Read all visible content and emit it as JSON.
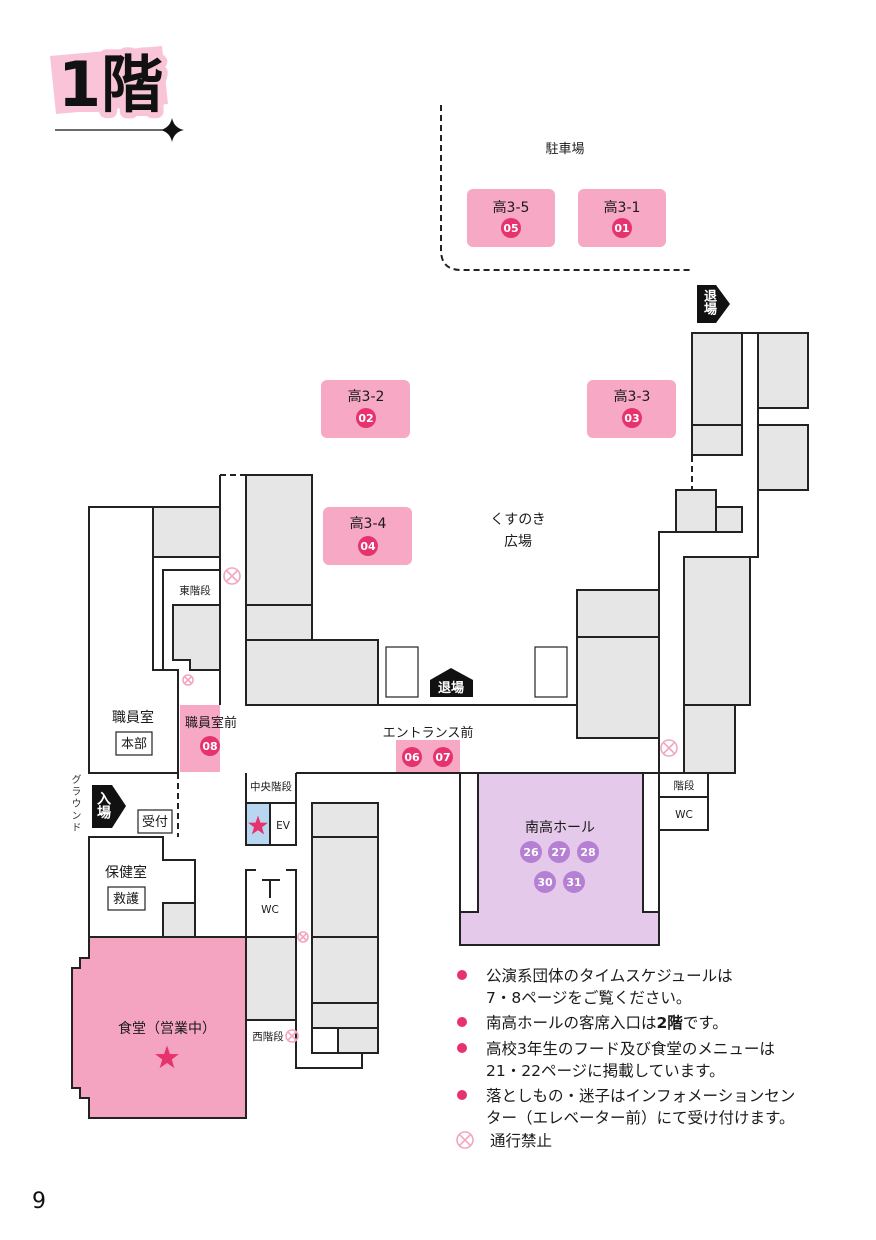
{
  "page": {
    "title": "1階",
    "page_number": "9"
  },
  "colors": {
    "stall_pink": "#f7a8c4",
    "number_pink": "#e6336e",
    "hall_purple": "#e5c9ea",
    "hall_number_purple": "#b57fd3",
    "building_gray": "#e6e6e6",
    "cafeteria_pink": "#f4a3c1",
    "elevator_blue": "#b9d6f0",
    "no_entry_pink": "#f3a7bf"
  },
  "icons": [
    "sparkle-icon",
    "star-icon",
    "no-entry-icon",
    "exit-arrow-sign",
    "entry-arrow-sign"
  ],
  "map": {
    "parking": "駐車場",
    "plaza_line1": "くすのき",
    "plaza_line2": "広場",
    "exit_top": "退場",
    "exit_center": "退場",
    "entry": "入場",
    "ground": "グラウンド",
    "east_stairs": "東階段",
    "staff_room": "職員室",
    "headquarters": "本部",
    "staff_room_front": "職員室前",
    "entrance_front": "エントランス前",
    "reception": "受付",
    "central_stairs": "中央階段",
    "elevator": "EV",
    "stairs": "階段",
    "wc_east": "WC",
    "wc_center": "WC",
    "south_hall": "南高ホール",
    "health_room": "保健室",
    "first_aid": "救護",
    "cafeteria": "食堂（営業中）",
    "west_stairs": "西階段"
  },
  "stalls": [
    {
      "name": "高3-5",
      "number": "05"
    },
    {
      "name": "高3-1",
      "number": "01"
    },
    {
      "name": "高3-2",
      "number": "02"
    },
    {
      "name": "高3-3",
      "number": "03"
    },
    {
      "name": "高3-4",
      "number": "04"
    }
  ],
  "spots": {
    "staff_room_front": [
      "08"
    ],
    "entrance_front": [
      "06",
      "07"
    ],
    "south_hall": [
      "26",
      "27",
      "28",
      "30",
      "31"
    ]
  },
  "legend": {
    "items": [
      {
        "lines": [
          "公演系団体のタイムスケジュールは",
          "7・8ページをご覧ください。"
        ]
      },
      {
        "text_before": "南高ホールの客席入口は",
        "text_bold": "2階",
        "text_after": "です。"
      },
      {
        "lines": [
          "高校3年生のフード及び食堂のメニューは",
          "21・22ページに掲載しています。"
        ]
      },
      {
        "lines": [
          "落としもの・迷子はインフォメーションセン",
          "ター（エレベーター前）にて受け付けます。"
        ]
      }
    ],
    "no_entry": "通行禁止"
  }
}
